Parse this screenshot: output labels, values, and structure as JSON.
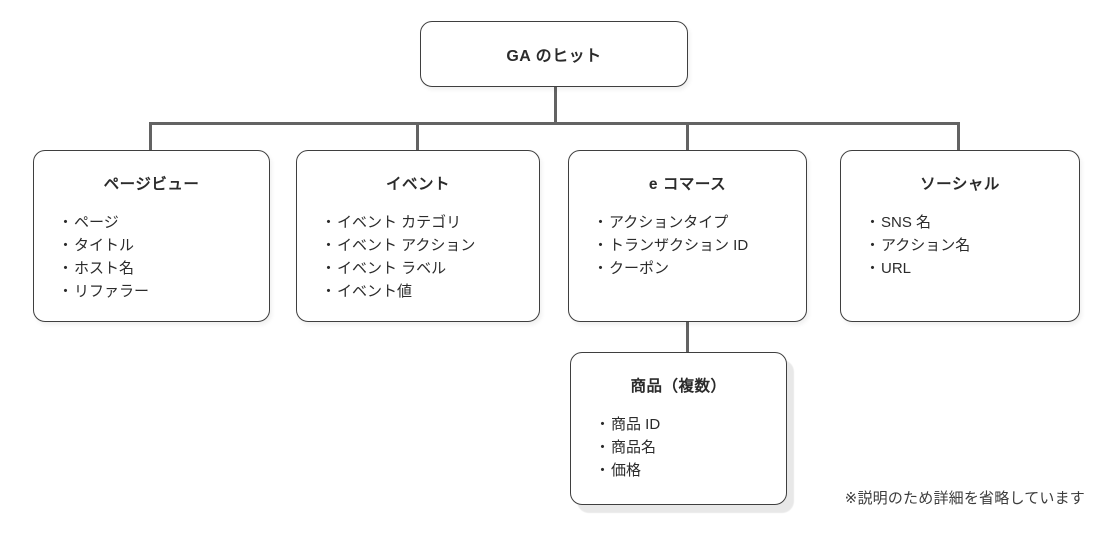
{
  "diagram": {
    "bullet": "・",
    "root": {
      "title": "GA のヒット"
    },
    "children": [
      {
        "id": "pageview",
        "title": "ページビュー",
        "items": [
          "ページ",
          "タイトル",
          "ホスト名",
          "リファラー"
        ]
      },
      {
        "id": "event",
        "title": "イベント",
        "items": [
          "イベント カテゴリ",
          "イベント アクション",
          "イベント ラベル",
          "イベント値"
        ]
      },
      {
        "id": "ecommerce",
        "title": "e コマース",
        "items": [
          "アクションタイプ",
          "トランザクション ID",
          "クーポン"
        ]
      },
      {
        "id": "social",
        "title": "ソーシャル",
        "items": [
          "SNS 名",
          "アクション名",
          "URL"
        ]
      }
    ],
    "grandchild": {
      "id": "products",
      "parent": "ecommerce",
      "title": "商品（複数）",
      "items": [
        "商品 ID",
        "商品名",
        "価格"
      ]
    },
    "footnote": "※説明のため詳細を省略しています",
    "colors": {
      "border": "#3f3f3f",
      "connector": "#636363",
      "text": "#2b2b2b",
      "background": "#ffffff",
      "child_shadow": "#e8e8e8"
    }
  }
}
